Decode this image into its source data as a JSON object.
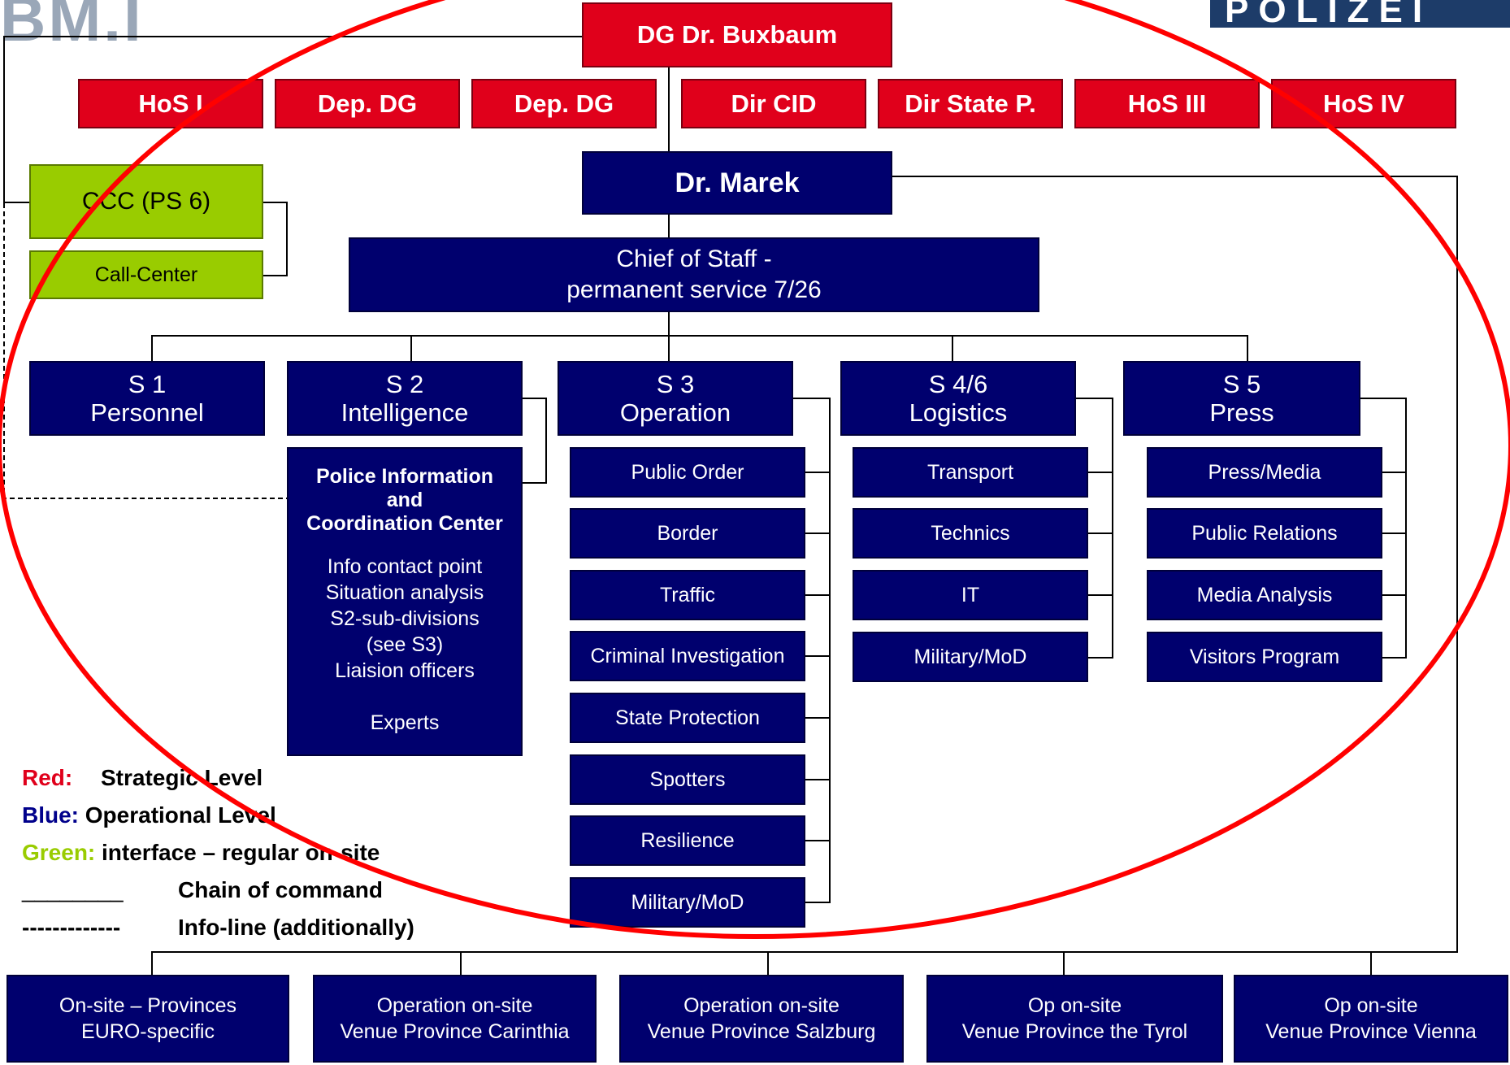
{
  "logos": {
    "left_text": "BM.I",
    "right_text": "POLIZEI"
  },
  "colors": {
    "strategic_red": "#e0001b",
    "operational_navy": "#00006e",
    "interface_green": "#99cc00",
    "circle_red": "#ff0000"
  },
  "top": {
    "dg": "DG Dr. Buxbaum"
  },
  "strategic_row": [
    "HoS I",
    "Dep. DG",
    "Dep. DG",
    "Dir CID",
    "Dir State P.",
    "HoS III",
    "HoS IV"
  ],
  "marek": "Dr. Marek",
  "green_boxes": {
    "ccc": "CCC (PS 6)",
    "call_center": "Call-Center"
  },
  "chief_of_staff": {
    "line1": "Chief of Staff -",
    "line2": "permanent service 7/26"
  },
  "sections": [
    {
      "num": "S 1",
      "name": "Personnel"
    },
    {
      "num": "S 2",
      "name": "Intelligence"
    },
    {
      "num": "S 3",
      "name": "Operation"
    },
    {
      "num": "S 4/6",
      "name": "Logistics"
    },
    {
      "num": "S 5",
      "name": "Press"
    }
  ],
  "picc": {
    "title1": "Police Information",
    "title2": "and",
    "title3": "Coordination Center",
    "items": [
      "Info contact point",
      "Situation analysis",
      "S2-sub-divisions",
      "(see S3)",
      "Liaision officers"
    ],
    "experts": "Experts"
  },
  "s3_items": [
    "Public Order",
    "Border",
    "Traffic",
    "Criminal Investigation",
    "State Protection",
    "Spotters",
    "Resilience",
    "Military/MoD"
  ],
  "s4_items": [
    "Transport",
    "Technics",
    "IT",
    "Military/MoD"
  ],
  "s5_items": [
    "Press/Media",
    "Public Relations",
    "Media Analysis",
    "Visitors Program"
  ],
  "legend": {
    "red_key": "Red:",
    "red_text": "Strategic Level",
    "blue_key": "Blue:",
    "blue_text": "Operational Level",
    "green_key": "Green:",
    "green_text": "interface – regular on-site",
    "solid_sym": "________",
    "solid_text": "Chain of command",
    "dash_sym": "-------------",
    "dash_text": "Info-line (additionally)"
  },
  "bottom": [
    {
      "line1": "On-site – Provinces",
      "line2": "EURO-specific"
    },
    {
      "line1": "Operation on-site",
      "line2": "Venue Province Carinthia"
    },
    {
      "line1": "Operation on-site",
      "line2": "Venue Province Salzburg"
    },
    {
      "line1": "Op on-site",
      "line2": "Venue Province the Tyrol"
    },
    {
      "line1": "Op on-site",
      "line2": "Venue Province Vienna"
    }
  ]
}
